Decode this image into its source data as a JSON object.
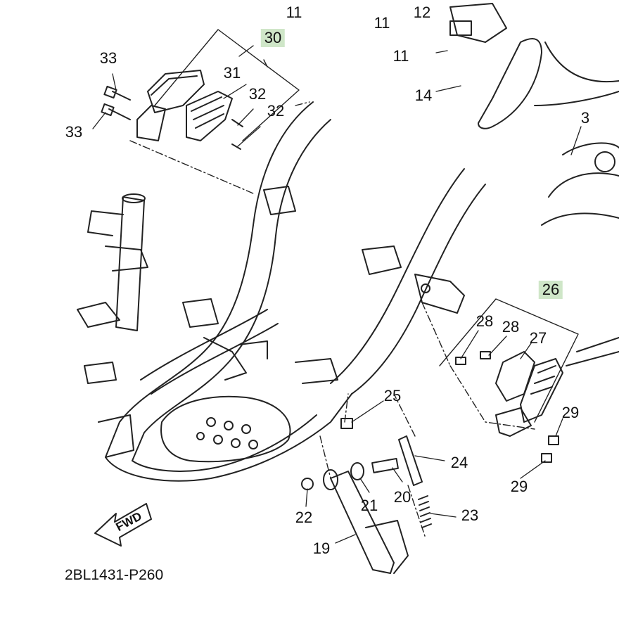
{
  "callouts": [
    {
      "id": "c11a",
      "text": "11"
    },
    {
      "id": "c11b",
      "text": "11"
    },
    {
      "id": "c12",
      "text": "12"
    },
    {
      "id": "c11c",
      "text": "11"
    },
    {
      "id": "c14",
      "text": "14"
    },
    {
      "id": "c3",
      "text": "3"
    },
    {
      "id": "c30",
      "text": "30",
      "highlighted": true
    },
    {
      "id": "c33a",
      "text": "33"
    },
    {
      "id": "c31",
      "text": "31"
    },
    {
      "id": "c32a",
      "text": "32"
    },
    {
      "id": "c32b",
      "text": "32"
    },
    {
      "id": "c33b",
      "text": "33"
    },
    {
      "id": "c26",
      "text": "26",
      "highlighted": true
    },
    {
      "id": "c28a",
      "text": "28"
    },
    {
      "id": "c28b",
      "text": "28"
    },
    {
      "id": "c27",
      "text": "27"
    },
    {
      "id": "c25",
      "text": "25"
    },
    {
      "id": "c29a",
      "text": "29"
    },
    {
      "id": "c24",
      "text": "24"
    },
    {
      "id": "c29b",
      "text": "29"
    },
    {
      "id": "c22",
      "text": "22"
    },
    {
      "id": "c21",
      "text": "21"
    },
    {
      "id": "c20",
      "text": "20"
    },
    {
      "id": "c23",
      "text": "23"
    },
    {
      "id": "c19",
      "text": "19"
    }
  ],
  "fwd_label": "FWD",
  "diagram_code": "2BL1431-P260",
  "highlight_color": "#cfe6c8"
}
